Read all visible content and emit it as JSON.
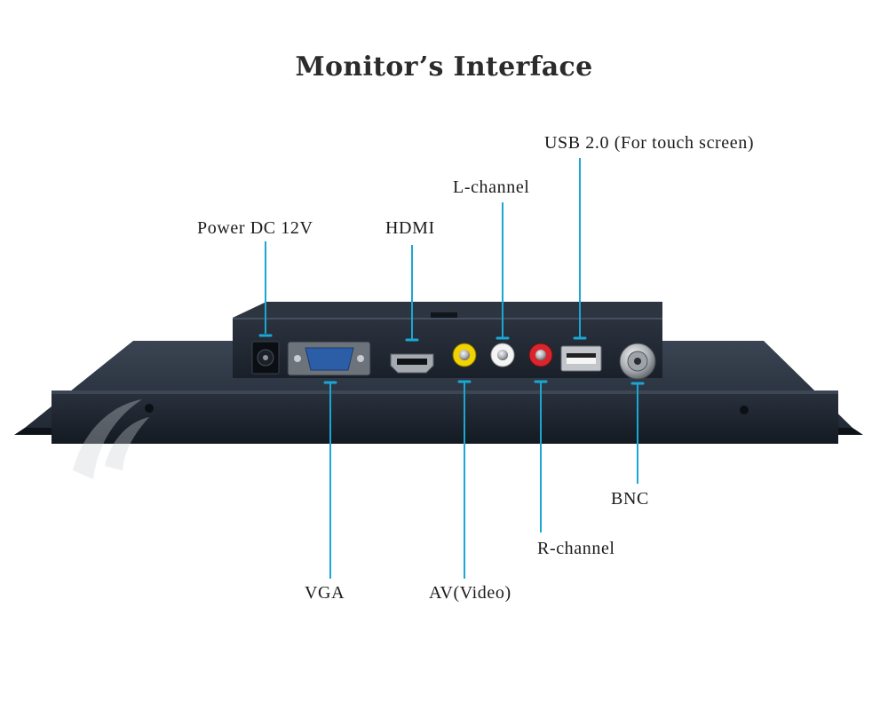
{
  "title": "Monitor’s Interface",
  "labels": {
    "power": "Power DC 12V",
    "hdmi": "HDMI",
    "l_channel": "L-channel",
    "usb": "USB 2.0 (For touch screen)",
    "vga": "VGA",
    "av_video": "AV(Video)",
    "r_channel": "R-channel",
    "bnc": "BNC"
  },
  "colors": {
    "accent": "#1aa7d4",
    "chassis": "#1f2733",
    "av_video_port": "#f2d200",
    "l_channel_port": "#f4f4f4",
    "r_channel_port": "#d8262c",
    "vga_port": "#2c5ea8"
  }
}
